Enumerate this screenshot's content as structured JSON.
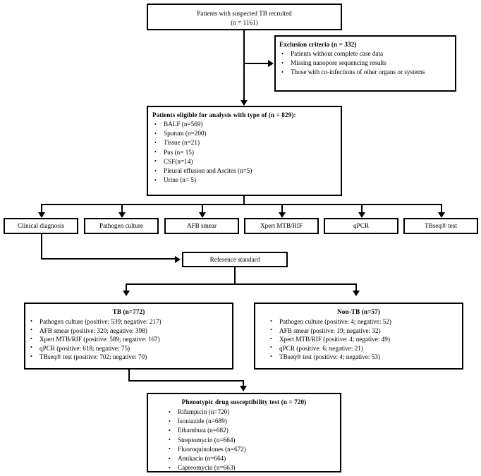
{
  "figure": {
    "type": "flowchart",
    "subject": "TB diagnostic study participant flow"
  },
  "nodes": {
    "recruited": {
      "line1": "Patients with suspected TB recruited",
      "line2": "(n = 1161)"
    },
    "exclusion": {
      "title": "Exclusion criteria (n = 332)",
      "items": [
        "Patients without complete case data",
        "Missing nanopore sequencing results",
        "Those with co-infections of other organs or systems"
      ]
    },
    "eligible": {
      "title": "Patients eligible for analysis with type of (n = 829):",
      "items": [
        "BALF (n=569)",
        "Sputum (n=200)",
        "Tissue (n=21)",
        "Pus (n= 15)",
        "CSF(n=14)",
        "Pleural effusion and Ascites (n=5)",
        "Urine (n= 5)"
      ]
    },
    "methods": [
      {
        "label": "Clinical diagnosis"
      },
      {
        "label": "Pathogen culture"
      },
      {
        "label": "AFB smear"
      },
      {
        "label": "Xpert MTB/RIF"
      },
      {
        "label": "qPCR"
      },
      {
        "label": "TBseq® test"
      }
    ],
    "reference_standard": {
      "label": "Reference standard"
    },
    "tb": {
      "title": "TB (n=772)",
      "items": [
        "Pathogen culture (positive:  539; negative: 217)",
        "AFB smear (positive: 320;  negative: 398)",
        "Xpert MTB/RIF (positive:  589; negative: 167)",
        "qPCR (positive: 618;  negative: 75)",
        "TBseq® test (positive: 702;  negative: 70)"
      ]
    },
    "non_tb": {
      "title": "Non-TB (n=57)",
      "items": [
        "Pathogen culture (positive: 4;  negative: 52)",
        "AFB smear (positive: 19;  negative: 32)",
        "Xpert MTB/RIF (positive: 4;  negative: 49)",
        "qPCR (positive: 6;  negative: 21)",
        "TBseq® test (positive: 4;  negative: 53)"
      ]
    },
    "dst": {
      "title": "Phenotypic drug susceptibility test (n = 720)",
      "items": [
        "Rifampicin (n=720)",
        "Isoniazide (n=689)",
        "Ethambuta (n=682)",
        "Streptomycin (n=664)",
        "Fluoroquinolones (n=672)",
        "Amikacin (n=664)",
        "Capreomycin (n=663)"
      ]
    }
  },
  "colors": {
    "stroke": "#000000",
    "background": "#ffffff",
    "text": "#000000"
  }
}
